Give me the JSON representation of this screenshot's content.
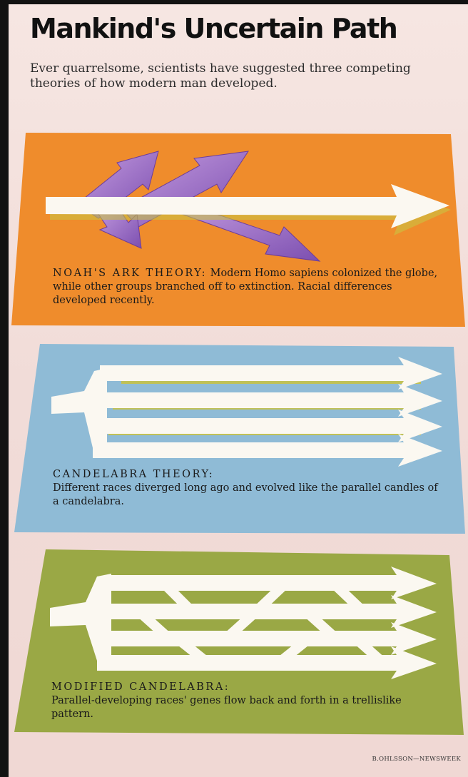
{
  "title": "Mankind's Uncertain Path",
  "subtitle": "Ever quarrelsome, scientists have suggested three competing theories of how modern man developed.",
  "panels": [
    {
      "heading": "NOAH'S ARK THEORY:",
      "description": "Modern Homo sapiens colonized the globe, while other groups branched off to extinction. Racial differences developed recently.",
      "color": "#ef8c2c"
    },
    {
      "heading": "CANDELABRA THEORY:",
      "description": "Different races diverged long ago and evolved like the parallel candles of a candelabra.",
      "color": "#8fbbd6"
    },
    {
      "heading": "MODIFIED CANDELABRA:",
      "description": "Parallel-developing races' genes flow back and forth in a trellislike pattern.",
      "color": "#9aa845"
    }
  ],
  "colors": {
    "arrow_white": "#fbf8f1",
    "branch_purple": "#9d6bc4",
    "shadow_yellow": "#c9c342"
  },
  "credit": "B.OHLSSON—NEWSWEEK"
}
